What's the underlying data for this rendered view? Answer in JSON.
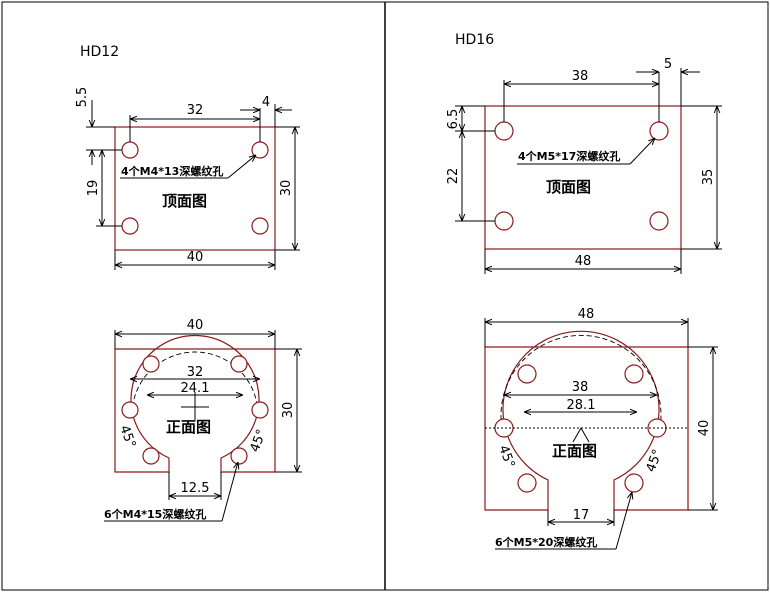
{
  "hd12": {
    "title": "HD12",
    "top": {
      "view_label": "顶面图",
      "dim_hole_spacing": "32",
      "dim_edge_offset": "4",
      "dim_top_offset": "5.5",
      "dim_vertical_spacing": "19",
      "dim_height": "30",
      "dim_width": "40",
      "hole_note": "4个M4*13深螺纹孔"
    },
    "front": {
      "view_label": "正面图",
      "dim_width": "40",
      "dim_pcd": "32",
      "dim_bore": "24.1",
      "dim_slot": "12.5",
      "dim_height": "30",
      "angle_left": "45°",
      "angle_right": "45°",
      "hole_note": "6个M4*15深螺纹孔"
    }
  },
  "hd16": {
    "title": "HD16",
    "top": {
      "view_label": "顶面图",
      "dim_hole_spacing": "38",
      "dim_edge_offset": "5",
      "dim_top_offset": "6.5",
      "dim_vertical_spacing": "22",
      "dim_height": "35",
      "dim_width": "48",
      "hole_note": "4个M5*17深螺纹孔"
    },
    "front": {
      "view_label": "正面图",
      "dim_width": "48",
      "dim_pcd": "38",
      "dim_bore": "28.1",
      "dim_slot": "17",
      "dim_height": "40",
      "angle_left": "45°",
      "angle_right": "45°",
      "hole_note": "6个M5*20深螺纹孔"
    }
  }
}
